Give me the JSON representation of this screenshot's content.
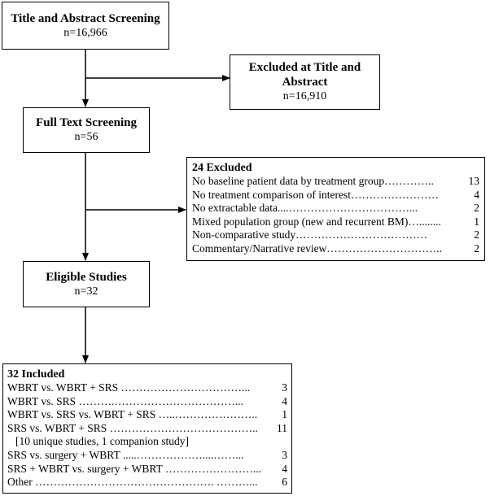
{
  "title_screening": {
    "title": "Title and Abstract Screening",
    "count": "n=16,966"
  },
  "excluded_title": {
    "title": "Excluded at Title and Abstract",
    "count": "n=16,910"
  },
  "full_text": {
    "title": "Full Text Screening",
    "count": "n=56"
  },
  "excluded_full": {
    "title": "24 Excluded",
    "items": [
      {
        "label": "No baseline patient data by treatment group…………..",
        "value": "13"
      },
      {
        "label": "No treatment comparison of interest……………………",
        "value": "4"
      },
      {
        "label": "No extractable data....……………………………...",
        "value": "2"
      },
      {
        "label": "Mixed population group (new and recurrent BM)…........",
        "value": "1"
      },
      {
        "label": "Non-comparative study………………………………",
        "value": "2"
      },
      {
        "label": "Commentary/Narrative review…………………………..",
        "value": "2"
      }
    ]
  },
  "eligible": {
    "title": "Eligible Studies",
    "count": "n=32"
  },
  "included": {
    "title": "32 Included",
    "items": [
      {
        "label": "WBRT vs. WBRT + SRS ……………………………...",
        "value": "3"
      },
      {
        "label": "WBRT vs. SRS ……….……………………………...",
        "value": "4"
      },
      {
        "label": "WBRT vs. SRS vs. WBRT + SRS …..…………………..",
        "value": "1"
      },
      {
        "label": "SRS vs. WBRT + SRS …………………………………..",
        "value": "11"
      }
    ],
    "note": "[10 unique studies, 1 companion study]",
    "items2": [
      {
        "label": "SRS vs. surgery + WBRT .....………………....……...",
        "value": "3"
      },
      {
        "label": "SRS + WBRT vs. surgery + WBRT ……………………...",
        "value": "4"
      },
      {
        "label": "Other …………………………………………. ………...",
        "value": "6"
      }
    ]
  }
}
